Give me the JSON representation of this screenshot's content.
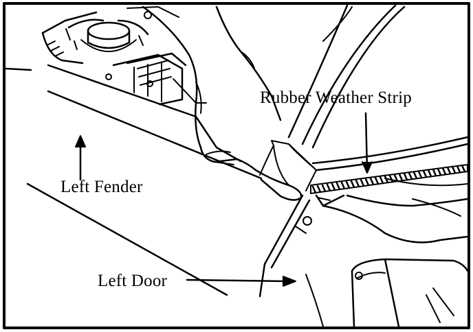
{
  "labels": {
    "weather_strip": "Rubber Weather Strip",
    "left_fender": "Left Fender",
    "left_door": "Left Door"
  },
  "colors": {
    "ink": "#000000",
    "paper": "#ffffff"
  }
}
